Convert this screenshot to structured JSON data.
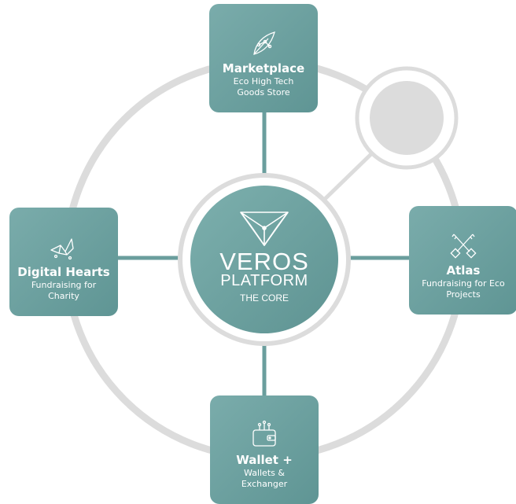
{
  "core": {
    "title": "VEROS",
    "platform": "PLATFORM",
    "subtitle": "THE CORE",
    "icon": "veros-triangle-logo-icon"
  },
  "nodes": [
    {
      "id": "marketplace",
      "title": "Marketplace",
      "subtitle": "Eco High Tech Goods Store",
      "icon": "network-leaf-icon"
    },
    {
      "id": "digital-hearts",
      "title": "Digital Hearts",
      "subtitle": "Fundraising for Charity",
      "icon": "origami-bird-icon"
    },
    {
      "id": "atlas",
      "title": "Atlas",
      "subtitle": "Fundraising for Eco Projects",
      "icon": "crossed-keys-icon"
    },
    {
      "id": "wallet",
      "title": "Wallet +",
      "subtitle": "Wallets & Exchanger",
      "icon": "wallet-circuit-icon"
    }
  ],
  "colors": {
    "teal": "#6a9e9d",
    "ring": "#dcdcdc",
    "placeholder": "#dcdcdc"
  }
}
